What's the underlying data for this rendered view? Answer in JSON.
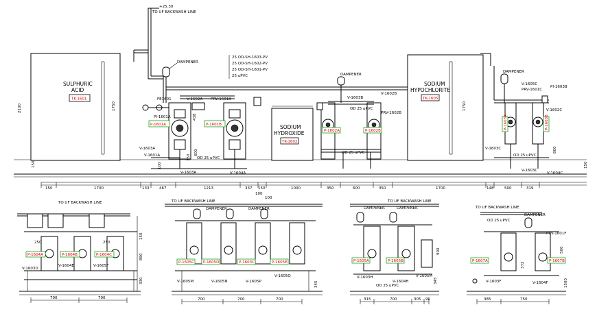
{
  "tanks": {
    "sulphuric": {
      "name_line1": "SULPHURIC",
      "name_line2": "ACID",
      "tag": "TK-1601"
    },
    "hydroxide": {
      "name_line1": "SODIUM",
      "name_line2": "HYDROXIDE",
      "tag": "TK-1602"
    },
    "hypochlorite": {
      "name_line1": "SODIUM",
      "name_line2": "HYPOCHLORITE",
      "tag": "TK-1605"
    }
  },
  "top_pipe": {
    "elev": "+25.30",
    "label": "TO UF BACKWASH LINE"
  },
  "pipe_list": [
    "25 OD-SH-1603-PV",
    "25 OD-SH-1602-PV",
    "25 OD-SH-1601-PV",
    "25 uPVC"
  ],
  "labels": {
    "dampener": "DAMPENER",
    "fe1601": "FE1601",
    "pi1601a": "PI-1601A",
    "prv1601a": "PRV-1601A",
    "v1603a": "V-1603A",
    "v1601a": "V-1601A",
    "v1602a": "V-1602A",
    "pipe_od25": "OD 25 uPVC",
    "v1604a": "V-1604A",
    "v1603b": "V-1603B",
    "v1602b": "V-1602B",
    "prv1602b": "PRV-1602B",
    "v1602c": "V-1602C",
    "v1603c": "V-1603C",
    "v1604c": "V-1604C",
    "prv1601c": "PRV-1601C",
    "pi1603b": "PI-1603B",
    "v1605c": "V-1605C"
  },
  "pumps": {
    "top": [
      "P-1601A",
      "P-1601B",
      "P-1602A",
      "P-1602B",
      "P-1603A",
      "P-1603B"
    ],
    "detail1": [
      "P-1604A",
      "P-1604B",
      "P-1604C"
    ],
    "detail2": [
      "P-1605C",
      "P-1605D",
      "P-1603C",
      "P-1605E"
    ],
    "detail3": [
      "P-1605A",
      "P-1605B"
    ],
    "detail4": [
      "P-1607A",
      "P-1607B"
    ]
  },
  "dims_top": [
    "150",
    "1700",
    "133",
    "467",
    "1213",
    "337",
    "150",
    "1000",
    "350",
    "600",
    "350",
    "1700",
    "148",
    "500",
    "319"
  ],
  "dims_top_row2": [
    "100",
    "100"
  ],
  "dims_vertical": [
    "2100",
    "1750",
    "150",
    "100",
    "350",
    "600",
    "438",
    "1750",
    "800",
    "150"
  ],
  "details": {
    "d1": {
      "label": "TO UF BACKWASH LINE",
      "tags": [
        "V-1603D",
        "V-1604E",
        "V-1605F"
      ],
      "dims": [
        "700",
        "700"
      ],
      "vdims": [
        "890",
        "330",
        "250",
        "250",
        "150"
      ]
    },
    "d2": {
      "label": "TO UF BACKWASH LINE",
      "tags": [
        "V-1605M",
        "V-1605N",
        "V-1605P",
        "V-1605Q"
      ],
      "dims": [
        "700",
        "700",
        "700"
      ],
      "vdims": [
        "345"
      ]
    },
    "d3": {
      "label": "TO UF BACKWASH LINE",
      "tags": [
        "V-1603H",
        "V-1604H",
        "V-1605M"
      ],
      "dims": [
        "315",
        "700",
        "305",
        "90"
      ],
      "vdims": [
        "345",
        "900"
      ]
    },
    "d4": {
      "label": "TO UF BACKWASH LINE",
      "tags": [
        "V-1603F",
        "V-1604F",
        "PRV-1601F"
      ],
      "dims": [
        "385",
        "750"
      ],
      "vdims": [
        "500",
        "372",
        "1500"
      ]
    }
  }
}
